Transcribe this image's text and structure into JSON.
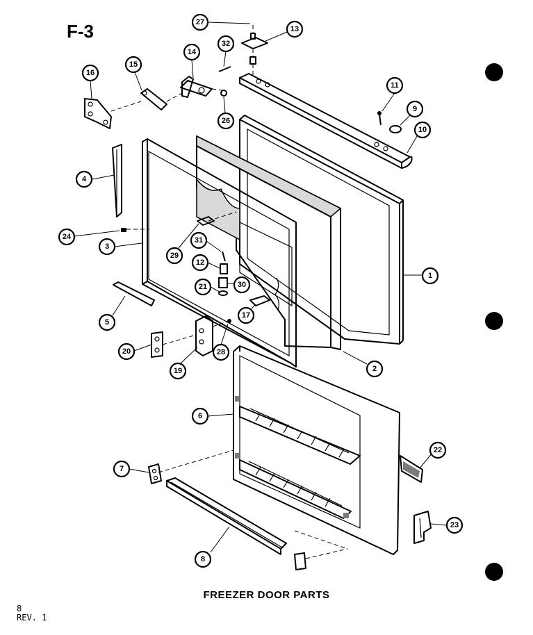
{
  "sheet_label": "F-3",
  "caption": "FREEZER DOOR PARTS",
  "page_number": "8",
  "revision": "REV. 1",
  "callouts": [
    {
      "id": "c27",
      "label": "27"
    },
    {
      "id": "c13",
      "label": "13"
    },
    {
      "id": "c32",
      "label": "32"
    },
    {
      "id": "c14",
      "label": "14"
    },
    {
      "id": "c15",
      "label": "15"
    },
    {
      "id": "c16",
      "label": "16"
    },
    {
      "id": "c26",
      "label": "26"
    },
    {
      "id": "c11",
      "label": "11"
    },
    {
      "id": "c9",
      "label": "9"
    },
    {
      "id": "c10",
      "label": "10"
    },
    {
      "id": "c4",
      "label": "4"
    },
    {
      "id": "c24",
      "label": "24"
    },
    {
      "id": "c3",
      "label": "3"
    },
    {
      "id": "c29",
      "label": "29"
    },
    {
      "id": "c31",
      "label": "31"
    },
    {
      "id": "c12",
      "label": "12"
    },
    {
      "id": "c21",
      "label": "21"
    },
    {
      "id": "c30",
      "label": "30"
    },
    {
      "id": "c17",
      "label": "17"
    },
    {
      "id": "c1",
      "label": "1"
    },
    {
      "id": "c5",
      "label": "5"
    },
    {
      "id": "c20",
      "label": "20"
    },
    {
      "id": "c19",
      "label": "19"
    },
    {
      "id": "c28",
      "label": "28"
    },
    {
      "id": "c2",
      "label": "2"
    },
    {
      "id": "c6",
      "label": "6"
    },
    {
      "id": "c22",
      "label": "22"
    },
    {
      "id": "c7",
      "label": "7"
    },
    {
      "id": "c23",
      "label": "23"
    },
    {
      "id": "c8",
      "label": "8"
    }
  ]
}
